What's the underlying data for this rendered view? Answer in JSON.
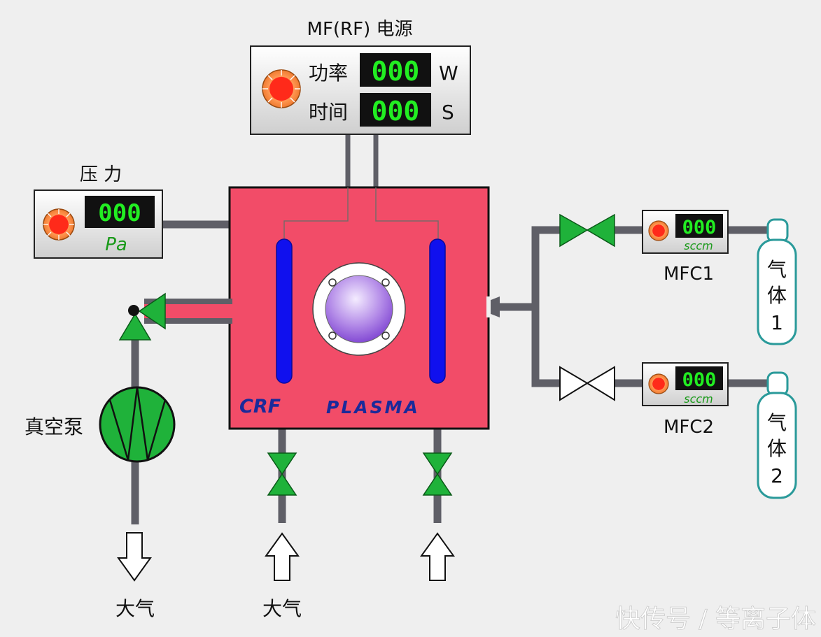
{
  "rf_power": {
    "title": "MF(RF) 电源",
    "power_label": "功率",
    "power_value": "000",
    "power_unit": "W",
    "time_label": "时间",
    "time_value": "000",
    "time_unit": "S"
  },
  "pressure": {
    "title": "压 力",
    "value": "000",
    "unit": "Pa"
  },
  "chamber": {
    "logo_left": "CRF",
    "logo_right": "PLASMA",
    "color": "#f24c68"
  },
  "pump": {
    "label": "真空泵",
    "exhaust_label": "大气"
  },
  "vent": {
    "inlet1_label": "大气"
  },
  "mfc1": {
    "label": "MFC1",
    "value": "000",
    "unit": "sccm"
  },
  "mfc2": {
    "label": "MFC2",
    "value": "000",
    "unit": "sccm"
  },
  "gas1": {
    "label_line1": "气",
    "label_line2": "体",
    "label_line3": "1"
  },
  "gas2": {
    "label_line1": "气",
    "label_line2": "体",
    "label_line3": "2"
  },
  "watermark": "快传号 / 等离子体",
  "colors": {
    "pipe": "#5f5f67",
    "valve_open": "#1fb23a",
    "electrode": "#1010ee",
    "display_bg": "#111111",
    "digit": "#22ee22",
    "tank": "#2a9a9a"
  }
}
